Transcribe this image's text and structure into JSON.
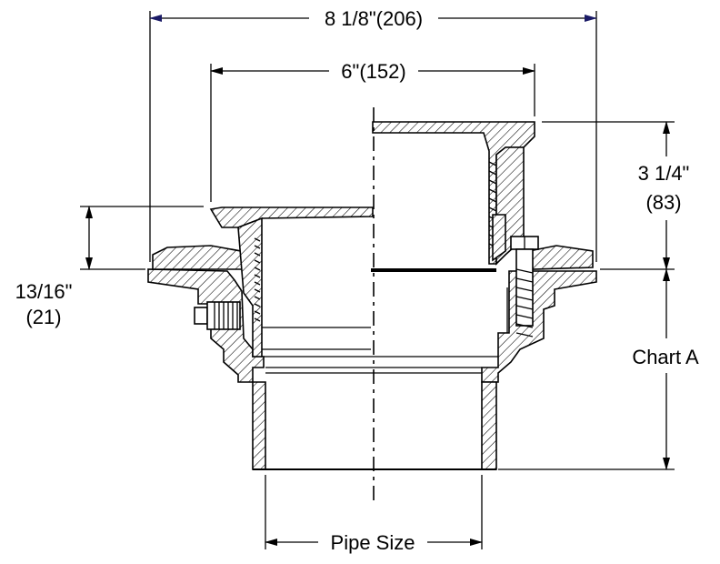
{
  "dimensions": {
    "overall_width": "8 1/8\"(206)",
    "grate_width": "6\"(152)",
    "adjust_height_line1": "3 1/4\"",
    "adjust_height_line2": "(83)",
    "flange_height_line1": "13/16\"",
    "flange_height_line2": "(21)",
    "body_height": "Chart A",
    "pipe": "Pipe Size"
  },
  "colors": {
    "arrowhead": "#1a1a66",
    "line": "#000000"
  }
}
